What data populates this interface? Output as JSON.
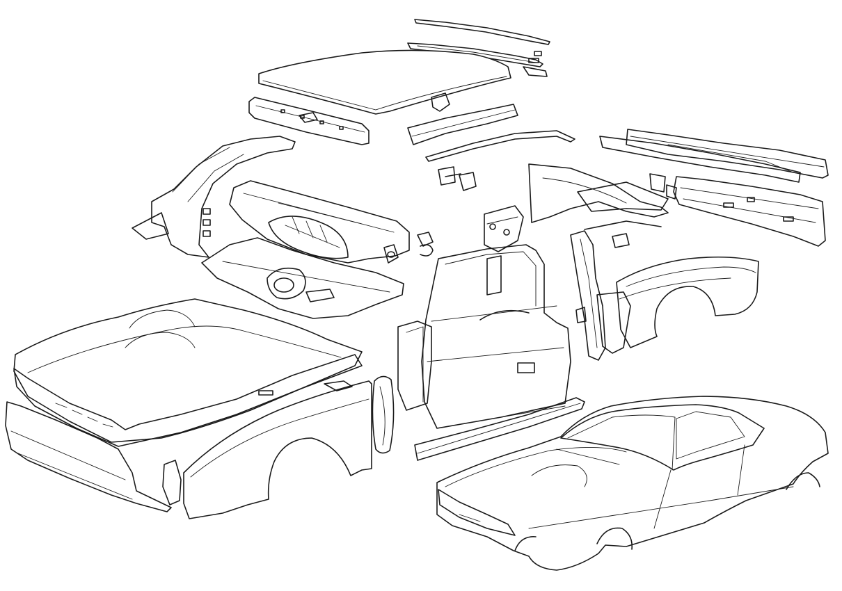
{
  "diagram": {
    "type": "exploded-view-line-drawing",
    "subject": "car-body-shell",
    "line_color": "#1a1a1a",
    "background_color": "#ffffff",
    "parts": [
      {
        "id": "roof-panel",
        "icon": "roof-panel-icon"
      },
      {
        "id": "roof-rails",
        "icon": "roof-rail-icon"
      },
      {
        "id": "windscreen-header-panel",
        "icon": "header-panel-icon"
      },
      {
        "id": "rear-window-upper-panel",
        "icon": "rear-panel-icon"
      },
      {
        "id": "a-pillar-inner",
        "icon": "pillar-icon"
      },
      {
        "id": "bulkhead-scuttle-panel",
        "icon": "bulkhead-icon"
      },
      {
        "id": "front-floor-pan",
        "icon": "floor-pan-icon"
      },
      {
        "id": "bonnet-hood",
        "icon": "bonnet-icon"
      },
      {
        "id": "front-valance",
        "icon": "valance-icon"
      },
      {
        "id": "front-wing-fender",
        "icon": "fender-icon"
      },
      {
        "id": "door-seal",
        "icon": "seal-icon"
      },
      {
        "id": "door-assembly",
        "icon": "door-icon"
      },
      {
        "id": "sill-rocker-panel",
        "icon": "sill-icon"
      },
      {
        "id": "b-pillar",
        "icon": "pillar-icon"
      },
      {
        "id": "rear-quarter-panel",
        "icon": "quarter-panel-icon"
      },
      {
        "id": "rear-wheelarch-inner",
        "icon": "wheelarch-icon"
      },
      {
        "id": "rear-valance-panel",
        "icon": "rear-valance-icon"
      },
      {
        "id": "boot-lid-deck",
        "icon": "boot-lid-icon"
      },
      {
        "id": "small-brackets",
        "icon": "bracket-icon"
      },
      {
        "id": "assembled-body-shell",
        "icon": "car-body-icon"
      }
    ]
  }
}
